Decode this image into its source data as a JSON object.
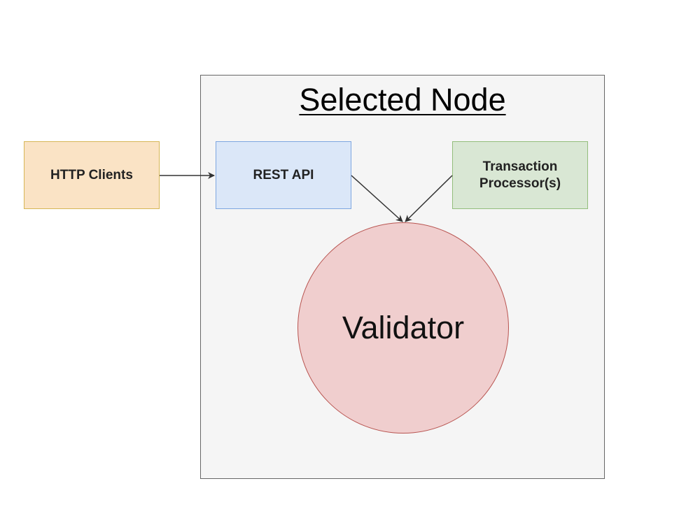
{
  "diagram": {
    "container": {
      "title": "Selected Node"
    },
    "nodes": {
      "http_clients": {
        "label": "HTTP Clients"
      },
      "rest_api": {
        "label": "REST API"
      },
      "transaction_processors": {
        "label": "Transaction Processor(s)"
      },
      "validator": {
        "label": "Validator"
      }
    },
    "edges": [
      {
        "from": "http_clients",
        "to": "rest_api"
      },
      {
        "from": "rest_api",
        "to": "validator"
      },
      {
        "from": "transaction_processors",
        "to": "validator"
      }
    ],
    "colors": {
      "container_fill": "#f5f5f5",
      "container_stroke": "#666666",
      "http_fill": "#fae3c5",
      "http_stroke": "#d6b656",
      "rest_fill": "#dbe7f8",
      "rest_stroke": "#7ea6e0",
      "tp_fill": "#d9e7d4",
      "tp_stroke": "#93be7c",
      "validator_fill": "#f0cece",
      "validator_stroke": "#b85450",
      "edge": "#333333"
    }
  }
}
